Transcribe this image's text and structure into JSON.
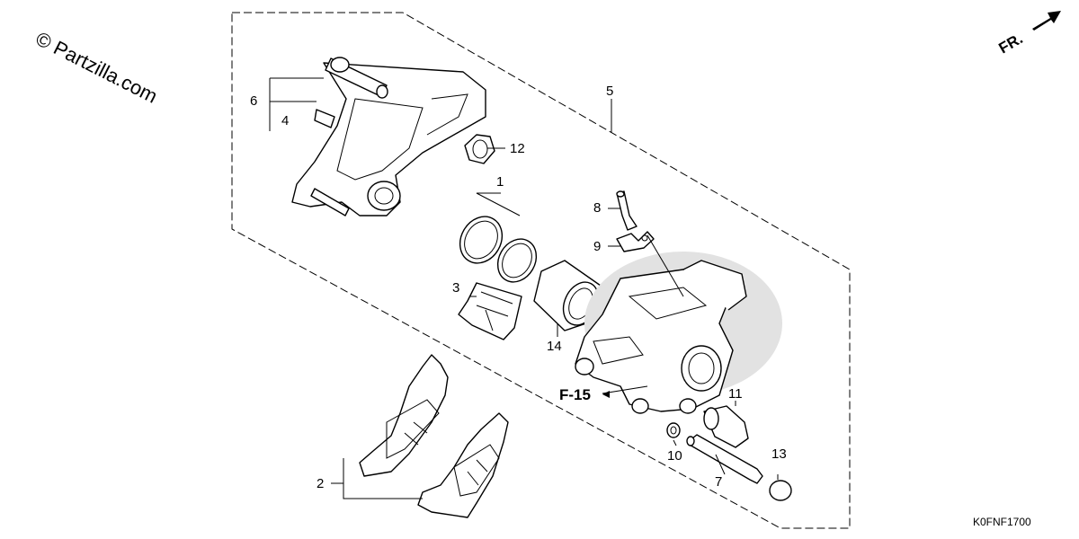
{
  "watermark": "© Partzilla.com",
  "direction": "FR.",
  "diagram_code": "K0FNF1700",
  "callout": "F-15",
  "parts": [
    "1",
    "2",
    "3",
    "4",
    "5",
    "6",
    "7",
    "8",
    "9",
    "10",
    "11",
    "12",
    "13",
    "14"
  ]
}
